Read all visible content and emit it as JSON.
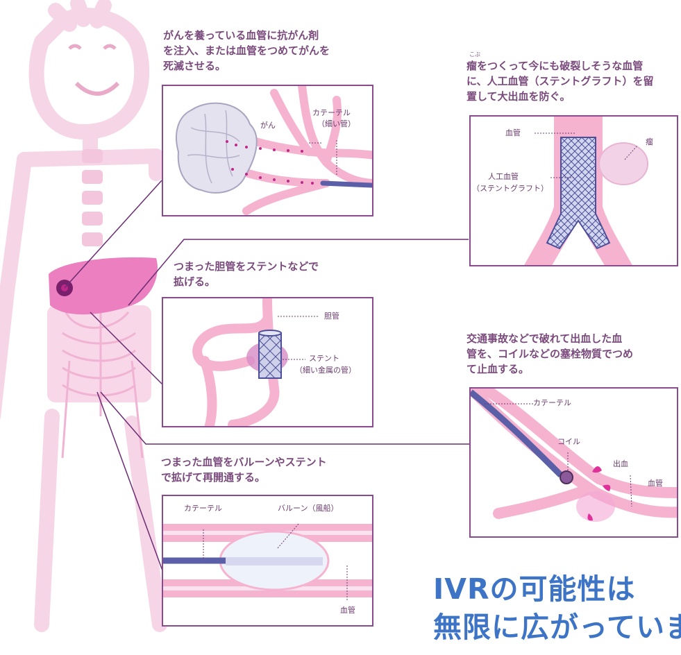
{
  "colors": {
    "figure_pink": "#f3c6dd",
    "border_purple": "#8a4a8e",
    "text_purple": "#7a4a7c",
    "vessel_pink": "#f5b3d0",
    "catheter_blue": "#5a5fa8",
    "title_blue": "#3d74c6",
    "bleed_magenta": "#e0309a"
  },
  "panels": {
    "cancer": {
      "caption": [
        "がんを養っている血管に抗がん剤",
        "を注入、または血管をつめてがんを",
        "死滅させる。"
      ],
      "label_tumor": "がん",
      "label_catheter": "カテーテル",
      "label_catheter_sub": "（細い管）"
    },
    "bile": {
      "caption": [
        "つまった胆管をステントなどで",
        "拡げる。"
      ],
      "label_duct": "胆管",
      "label_stent": "ステント",
      "label_stent_sub": "（細い金属の管）"
    },
    "balloon": {
      "caption": [
        "つまった血管をバルーンやステント",
        "で拡げて再開通する。"
      ],
      "label_catheter": "カテーテル",
      "label_balloon": "バルーン（風船）",
      "label_vessel": "血管"
    },
    "aneurysm": {
      "ruby": "こぶ",
      "caption": [
        "瘤をつくって今にも破裂しそうな血管",
        "に、人工血管（ステントグラフト）を留",
        "置して大出血を防ぐ。"
      ],
      "label_vessel": "血管",
      "label_aneurysm": "瘤",
      "label_graft": "人工血管",
      "label_graft_sub": "（ステントグラフト）"
    },
    "bleeding": {
      "caption": [
        "交通事故などで破れて出血した血",
        "管を、コイルなどの塞栓物質でつめ",
        "て止血する。"
      ],
      "label_catheter": "カテーテル",
      "label_coil": "コイル",
      "label_bleed": "出血",
      "label_vessel": "血管"
    }
  },
  "headline": {
    "line1": "IVRの可能性は",
    "line2": "無限に広がっていま"
  }
}
